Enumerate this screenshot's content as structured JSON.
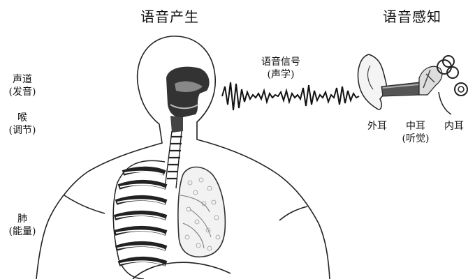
{
  "titles": {
    "production": "语音产生",
    "perception": "语音感知"
  },
  "left_labels": {
    "vocal_tract": {
      "name": "声道",
      "role": "(发音)"
    },
    "larynx": {
      "name": "喉",
      "role": "(调节)"
    },
    "lungs": {
      "name": "肺",
      "role": "(能量)"
    }
  },
  "signal": {
    "name": "语音信号",
    "role": "(声学)"
  },
  "ear_labels": {
    "outer": "外耳",
    "middle": "中耳",
    "middle_role": "(听觉)",
    "inner": "内耳"
  }
}
